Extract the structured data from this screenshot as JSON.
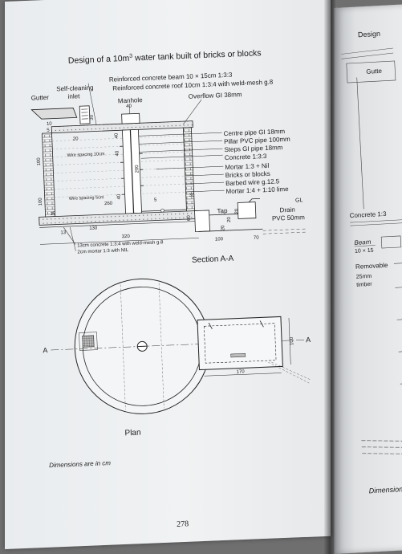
{
  "page": {
    "title_prefix": "Design of a 10m",
    "title_sup": "3",
    "title_suffix": " water tank built of bricks or blocks",
    "page_number": "278",
    "dimensions_note": "Dimensions are in cm"
  },
  "section": {
    "caption": "Section A-A",
    "top_labels": {
      "gutter": "Gutter",
      "self_cleaning": "Self-cleaning",
      "inlet": "inlet",
      "beam": "Reinforced concrete beam 10 × 15cm 1:3:3",
      "roof": "Reinforced concrete roof 10cm 1:3:4 with weld-mesh g.8",
      "manhole": "Manhole",
      "overflow": "Overflow GI 38mm"
    },
    "callouts": [
      "Centre pipe GI 18mm",
      "Pillar PVC pipe 100mm",
      "Steps GI pipe 18mm",
      "Concrete 1:3:3",
      "Mortar 1:3 + Nil",
      "Bricks or blocks",
      "Barbed wire g.12.5",
      "Mortar 1:4 + 1:10 lime"
    ],
    "wire_top": "Wire spacing 10cm",
    "wire_bottom": "Wire spacing 5cm",
    "base_notes": [
      "13cm concrete 1:3:4 with weld-mesh g.8",
      "2cm mortar 1:3 with NIL"
    ],
    "right_labels": {
      "tap": "Tap",
      "gl": "GL",
      "drain": "Drain",
      "pvc": "PVC 50mm"
    },
    "dims": {
      "d10": "10",
      "d5a": "5",
      "d20a": "20",
      "d30a": "30",
      "d40a": "40",
      "d100a": "100",
      "d100b": "100",
      "d40b": "40",
      "d40c": "40",
      "d200": "200",
      "d40d": "40",
      "d260": "260",
      "d5b": "5",
      "d30b": "30",
      "d15": "15",
      "d13": "13",
      "d130": "130",
      "d320": "320",
      "d60": "60",
      "d20b": "20",
      "d20c": "20",
      "d20d": "20",
      "d100c": "100",
      "d70": "70"
    }
  },
  "plan": {
    "caption": "Plan",
    "a_left": "A",
    "a_right": "A",
    "d100": "100",
    "d170": "170"
  },
  "right_page": {
    "design": "Design",
    "gutter": "Gutte",
    "concrete": "Concrete 1:3",
    "beam": "Beam",
    "beam_size": "10 × 15",
    "removable": "Removable",
    "timber_size": "25mm",
    "timber": "timber",
    "dimensions": "Dimension"
  }
}
